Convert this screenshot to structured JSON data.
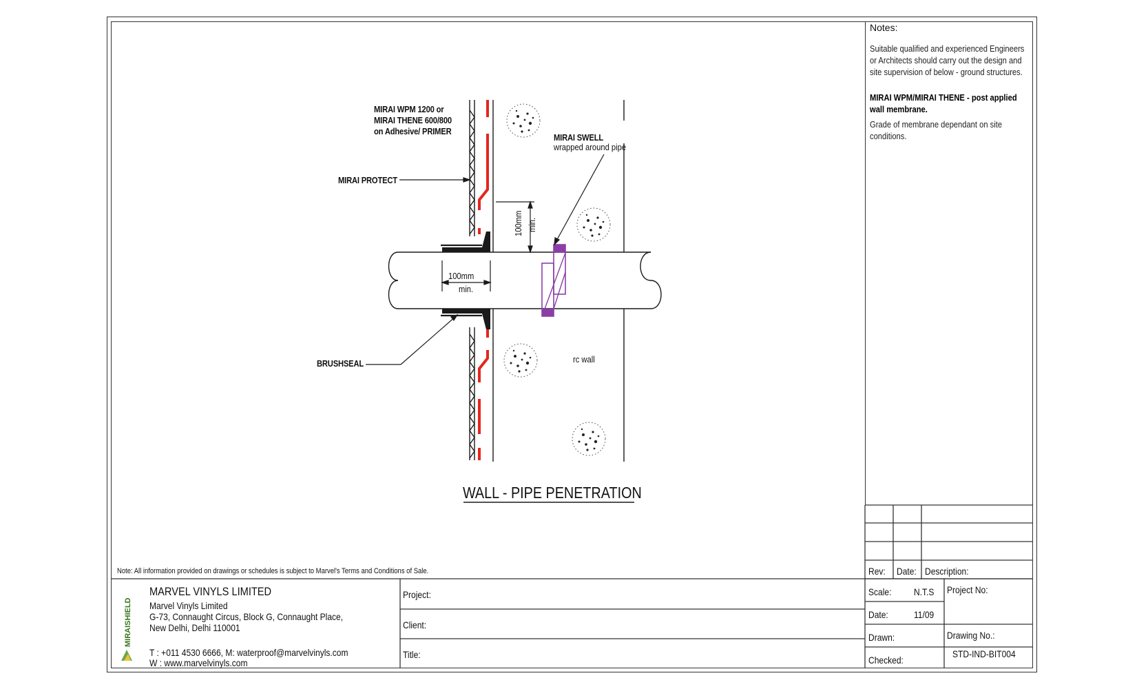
{
  "drawing": {
    "title": "WALL - PIPE PENETRATION",
    "labels": {
      "membrane_l1": "MIRAI WPM 1200 or",
      "membrane_l2": "MIRAI THENE 600/800",
      "membrane_l3": "on Adhesive/ PRIMER",
      "protect": "MIRAI PROTECT",
      "brushseal": "BRUSHSEAL",
      "swell_l1": "MIRAI SWELL",
      "swell_l2": "wrapped around pipe",
      "dim_v_l1": "100mm",
      "dim_v_l2": "min.",
      "dim_h_l1": "100mm",
      "dim_h_l2": "min.",
      "rc_wall": "rc wall"
    },
    "colors": {
      "membrane": "#e3261f",
      "swell": "#8b3fa6",
      "line": "#1a1a1a"
    }
  },
  "notes": {
    "title": "Notes:",
    "p1": "Suitable qualified and experienced Engineers or Architects should carry out the design and site supervision of below - ground structures.",
    "p2": "MIRAI WPM/MIRAI THENE - post applied wall membrane.",
    "p3": "Grade of membrane dependant on site conditions."
  },
  "revision_table": {
    "rev_label": "Rev:",
    "date_label": "Date:",
    "desc_label": "Description:"
  },
  "disclaimer": "Note: All information provided on drawings or schedules is subject to Marvel's Terms and Conditions of Sale.",
  "company": {
    "logo_text": "MIRAISHIELD",
    "name": "MARVEL VINYLS LIMITED",
    "line1": "Marvel Vinyls Limited",
    "line2": "G-73, Connaught Circus, Block G, Connaught Place,",
    "line3": "New Delhi, Delhi 110001",
    "contact": "T : +011 4530 6666, M: waterproof@marvelvinyls.com",
    "web": "W : www.marvelvinyls.com"
  },
  "project_fields": {
    "project_label": "Project:",
    "client_label": "Client:",
    "title_label": "Title:"
  },
  "meta": {
    "scale_label": "Scale:",
    "scale_value": "N.T.S",
    "date_label": "Date:",
    "date_value": "11/09",
    "drawn_label": "Drawn:",
    "checked_label": "Checked:",
    "project_no_label": "Project No:",
    "drawing_no_label": "Drawing No.:",
    "drawing_no_value": "STD-IND-BIT004"
  }
}
